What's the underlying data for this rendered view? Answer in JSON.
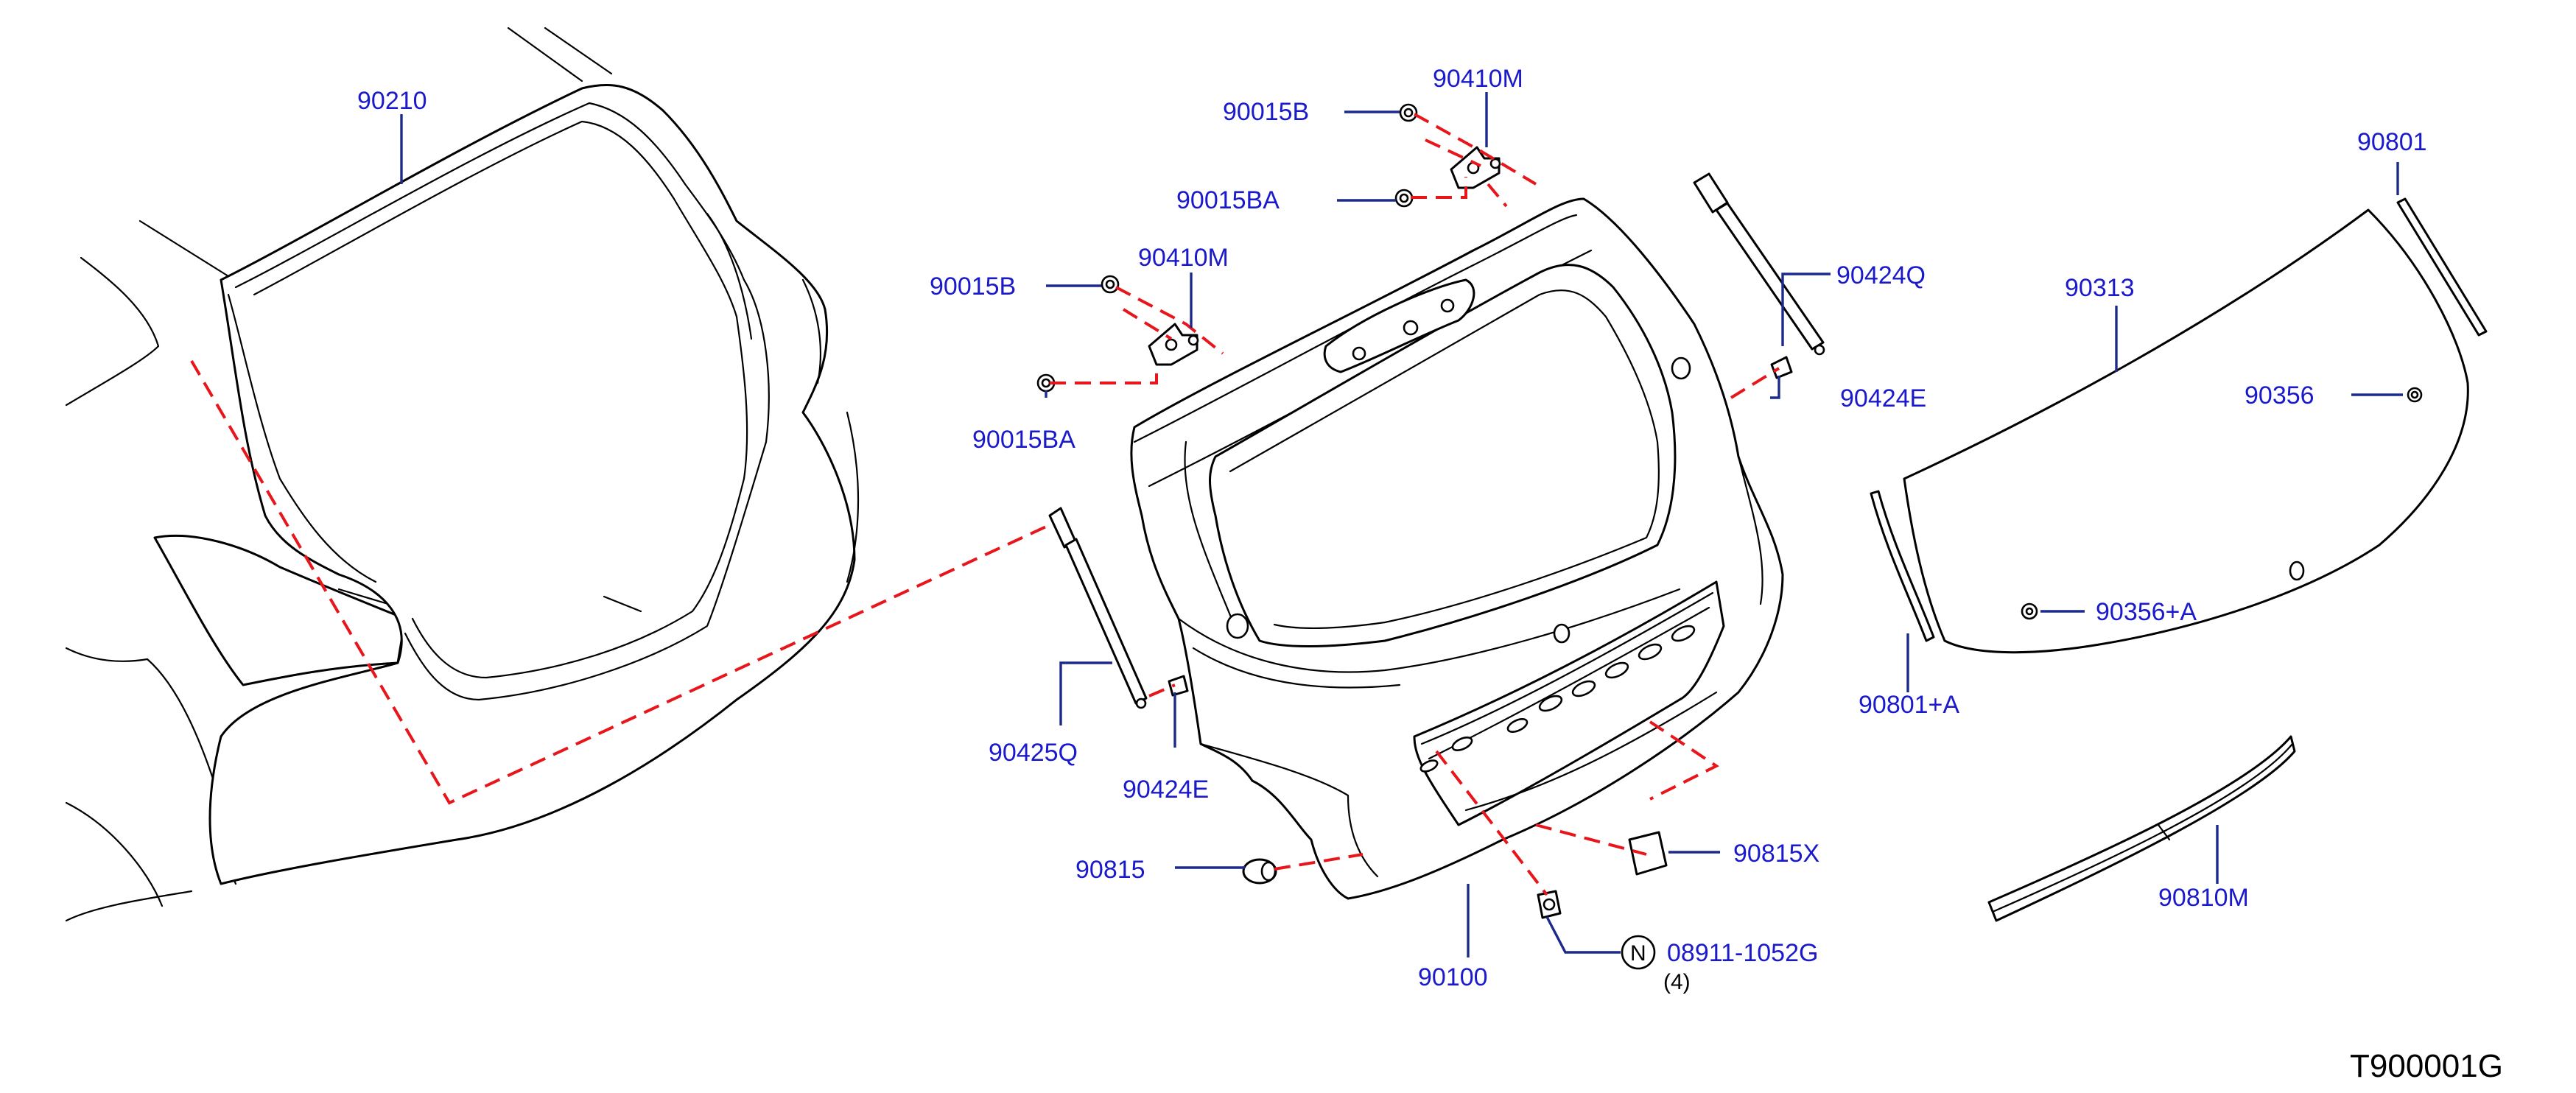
{
  "diagram": {
    "labels": {
      "p90210": "90210",
      "p90015B_top": "90015B",
      "p90410M_top": "90410M",
      "p90015BA_top": "90015BA",
      "p90015B_left": "90015B",
      "p90410M_left": "90410M",
      "p90015BA_left": "90015BA",
      "p90424Q": "90424Q",
      "p90424E_right": "90424E",
      "p90425Q": "90425Q",
      "p90424E_left": "90424E",
      "p90815": "90815",
      "p90100": "90100",
      "p90815X": "90815X",
      "p08911": "08911-1052G",
      "qty08911": "(4)",
      "nut_symbol": "N",
      "p90801": "90801",
      "p90313": "90313",
      "p90356": "90356",
      "p90356A": "90356+A",
      "p90801A": "90801+A",
      "p90810M": "90810M"
    },
    "reference_code": "T900001G",
    "colors": {
      "label_text": "#1a1acc",
      "leader_line": "#1c2a8c",
      "dashed_connector": "#e8151b",
      "outline": "#000000"
    }
  }
}
